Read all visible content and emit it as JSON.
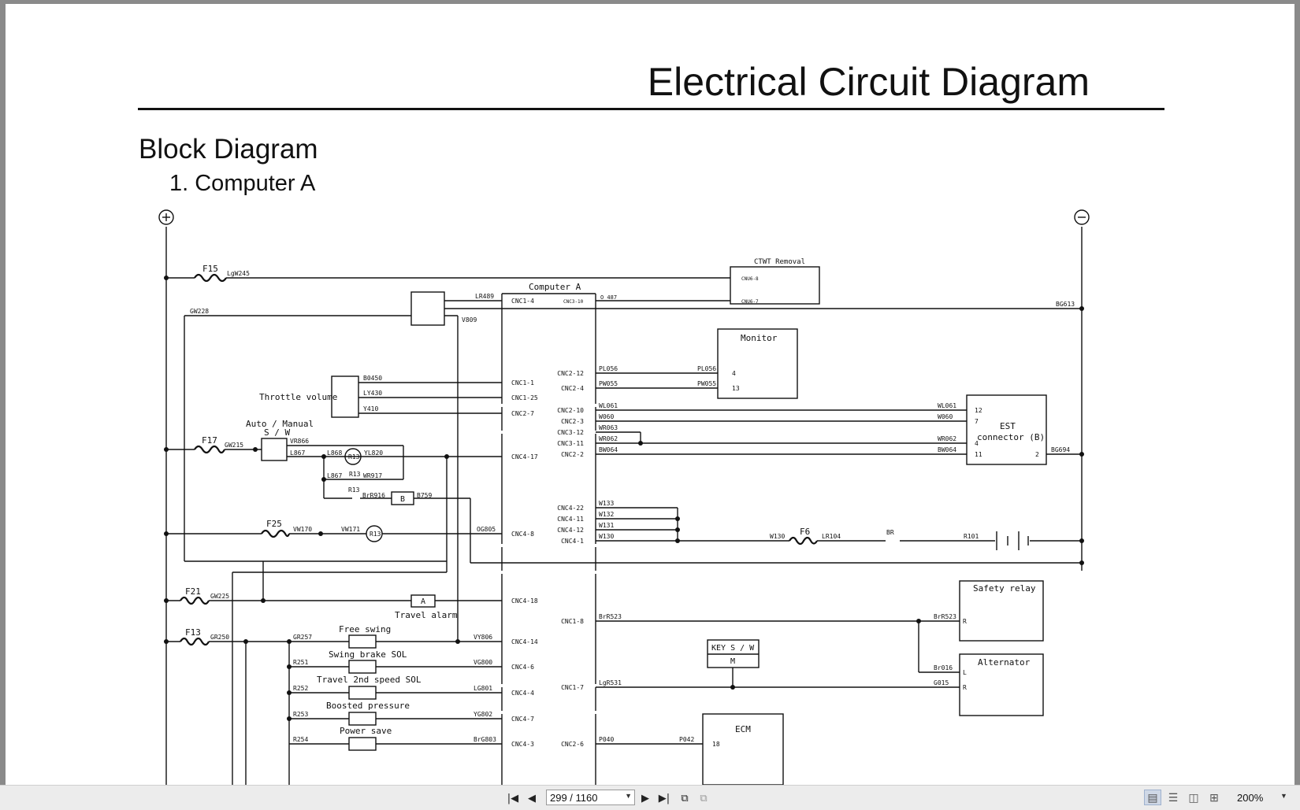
{
  "document": {
    "title": "Electrical Circuit Diagram",
    "section": "Block Diagram",
    "subsection": "1. Computer A"
  },
  "diagram": {
    "terminals": [
      "⊕",
      "⊖"
    ],
    "blocks": {
      "computer_a": "Computer A",
      "ctwt": "CTWT Removal",
      "monitor": "Monitor",
      "est": [
        "EST",
        "connector (B)"
      ],
      "safety_relay": "Safety relay",
      "alternator": "Alternator",
      "key_sw": [
        "KEY S / W",
        "M"
      ],
      "ecm": "ECM"
    },
    "components": {
      "throttle": "Throttle volume",
      "auto_manual": [
        "Auto / Manual",
        "S / W"
      ],
      "travel_alarm": "Travel alarm",
      "free_swing": "Free swing",
      "swing_brake": "Swing brake SOL",
      "travel_2nd": "Travel 2nd speed SOL",
      "boosted": "Boosted pressure",
      "power_save": "Power save"
    },
    "fuses": [
      "F15",
      "F17",
      "F25",
      "F21",
      "F13",
      "F6"
    ],
    "left_wires": [
      "LgW245",
      "GW228",
      "GW215",
      "VW170",
      "GW225",
      "GR250",
      "LR489",
      "V809",
      "B0450",
      "LY430",
      "Y410",
      "VR866",
      "L867",
      "L868",
      "YL820",
      "L867",
      "R13",
      "WR917",
      "R13",
      "BrR916",
      "B759",
      "VW171",
      "OG805",
      "GR257",
      "VY806",
      "R251",
      "VG800",
      "R252",
      "LG801",
      "R253",
      "YG802",
      "R254",
      "BrG803",
      "R13",
      "R13",
      "B",
      "A"
    ],
    "left_pins": [
      "CNC1-4",
      "CNC1-1",
      "CNC1-25",
      "CNC2-7",
      "CNC4-17",
      "CNC4-8",
      "CNC4-18",
      "CNC4-14",
      "CNC4-6",
      "CNC4-4",
      "CNC4-7",
      "CNC4-3",
      "CNC3-10"
    ],
    "right_pins": [
      "CNC2-12",
      "CNC2-4",
      "CNC2-10",
      "CNC2-3",
      "CNC3-12",
      "CNC3-11",
      "CNC2-2",
      "CNC4-22",
      "CNC4-11",
      "CNC4-12",
      "CNC4-1",
      "CNC1-8",
      "CNC1-7",
      "CNC2-6"
    ],
    "right_wires": [
      "O 487",
      "CNU6-8",
      "CNU6-7",
      "BG613",
      "PL056",
      "PW055",
      "PL056",
      "PW055",
      "4",
      "13",
      "WL061",
      "W060",
      "WR063",
      "WR062",
      "BW064",
      "WL061",
      "W060",
      "WR062",
      "BW064",
      "12",
      "7",
      "4",
      "11",
      "2",
      "BG694",
      "W133",
      "W132",
      "W131",
      "W130",
      "W130",
      "LR104",
      "BR",
      "R101",
      "BrR523",
      "BrR523",
      "R",
      "Br016",
      "G015",
      "L",
      "R",
      "LgR531",
      "P040",
      "P042",
      "18"
    ]
  },
  "toolbar": {
    "page_indicator": "299 / 1160",
    "zoom": "200%",
    "icons": [
      "first-page-icon",
      "prev-page-icon",
      "next-page-icon",
      "last-page-icon",
      "back-view-icon",
      "forward-view-icon",
      "single-page-icon",
      "continuous-icon",
      "facing-icon",
      "continuous-facing-icon"
    ]
  }
}
